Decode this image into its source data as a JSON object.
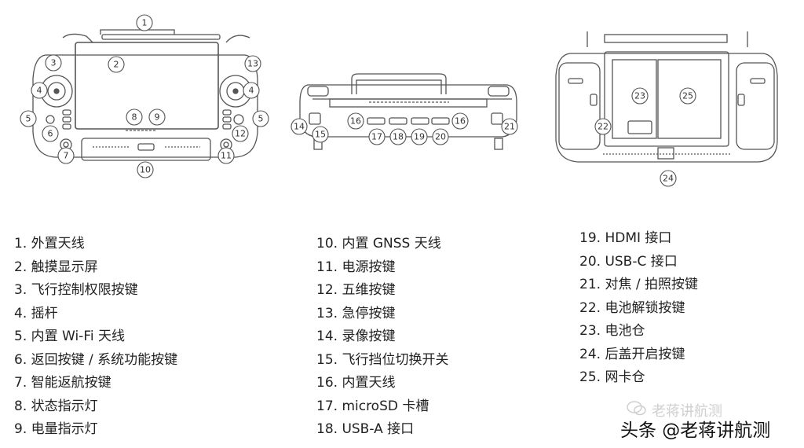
{
  "diagram": {
    "callouts": [
      "1",
      "2",
      "3",
      "4",
      "4",
      "5",
      "6",
      "7",
      "8",
      "9",
      "10",
      "11",
      "12",
      "13",
      "5",
      "14",
      "15",
      "16",
      "16",
      "17",
      "18",
      "19",
      "20",
      "21",
      "22",
      "23",
      "24",
      "25"
    ]
  },
  "legend": {
    "col1": [
      "1. 外置天线",
      "2. 触摸显示屏",
      "3. 飞行控制权限按键",
      "4. 摇杆",
      "5. 内置 Wi-Fi 天线",
      "6. 返回按键 / 系统功能按键",
      "7. 智能返航按键",
      "8. 状态指示灯",
      "9. 电量指示灯"
    ],
    "col2": [
      "10. 内置 GNSS 天线",
      "11. 电源按键",
      "12. 五维按键",
      "13. 急停按键",
      "14. 录像按键",
      "15. 飞行挡位切换开关",
      "16. 内置天线",
      "17. microSD 卡槽",
      "18. USB-A 接口"
    ],
    "col3": [
      "19. HDMI 接口",
      "20. USB-C 接口",
      "21. 对焦 / 拍照按键",
      "22. 电池解锁按键",
      "23. 电池仓",
      "24. 后盖开启按键",
      "25. 网卡仓"
    ]
  },
  "watermark": {
    "faint": "老蒋讲航测",
    "main": "头条 @老蒋讲航测"
  },
  "colors": {
    "line": "#555555",
    "fill": "#ffffff",
    "text": "#222222"
  }
}
